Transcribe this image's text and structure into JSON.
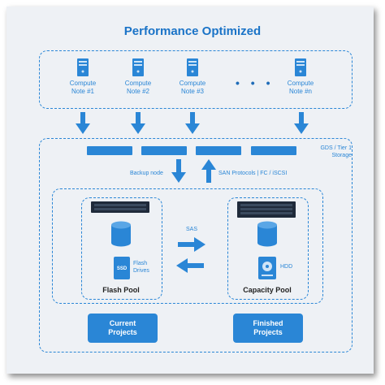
{
  "title": "Performance Optimized",
  "compute_nodes": [
    {
      "line1": "Compute",
      "line2": "Note #1"
    },
    {
      "line1": "Compute",
      "line2": "Note #2"
    },
    {
      "line1": "Compute",
      "line2": "Note #3"
    },
    {
      "line1": "Compute",
      "line2": "Note #n"
    }
  ],
  "ellipsis": "• • •",
  "storage": {
    "tier_label_line1": "GDS / Tier 1",
    "tier_label_line2": "Storage",
    "backup_label": "Backup node",
    "san_label": "SAN Protocols | FC / iSCSI"
  },
  "flash_pool": {
    "label": "Flash Pool",
    "drive_icon_text": "SSD",
    "drive_line1": "Flash",
    "drive_line2": "Drives"
  },
  "capacity_pool": {
    "label": "Capacity Pool",
    "drive_label": "HDD"
  },
  "sas_label": "SAS",
  "buttons": {
    "current_line1": "Current",
    "current_line2": "Projects",
    "finished_line1": "Finished",
    "finished_line2": "Projects"
  },
  "colors": {
    "accent": "#2a86d6",
    "title": "#1a73c7",
    "server_dark": "#1f2a3a"
  },
  "icons": [
    "server-icon",
    "database-icon",
    "ssd-icon",
    "hdd-icon",
    "rack-server-icon",
    "arrow-down-icon",
    "arrow-up-icon",
    "bidirectional-arrow-icon"
  ]
}
